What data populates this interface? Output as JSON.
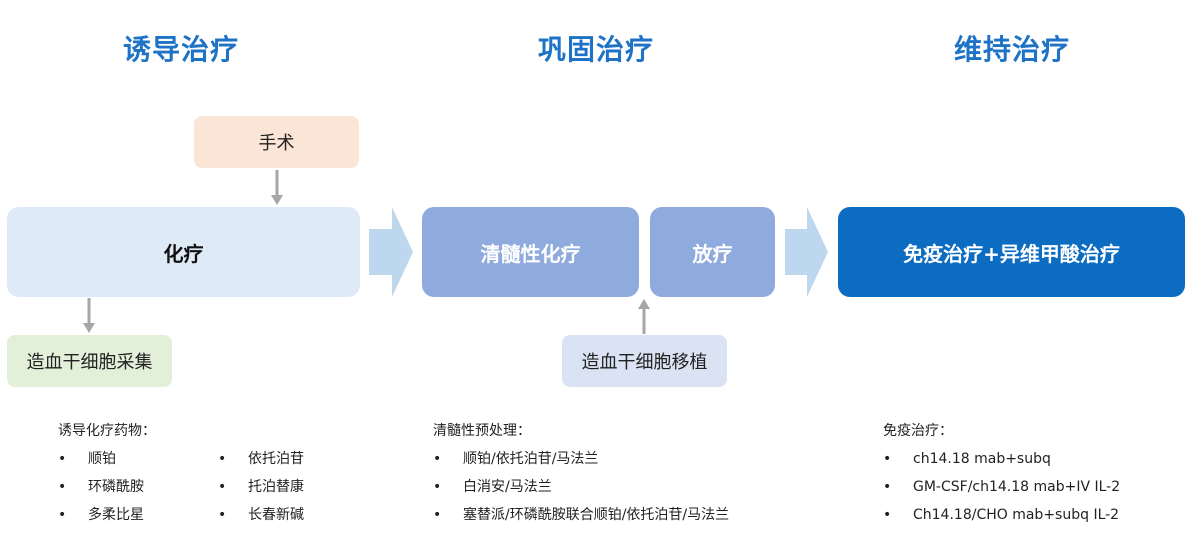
{
  "phases": {
    "induction": "诱导治疗",
    "consolidation": "巩固治疗",
    "maintenance": "维持治疗"
  },
  "boxes": {
    "surgery": "手术",
    "chemo": "化疗",
    "stem_cell_collection": "造血干细胞采集",
    "myeloablative_chemo": "清髓性化疗",
    "radiotherapy": "放疗",
    "stem_cell_transplant": "造血干细胞移植",
    "immunotherapy": "免疫治疗+异维甲酸治疗"
  },
  "notes": {
    "induction": {
      "title": "诱导化疗药物：",
      "col1": [
        "顺铂",
        "环磷酰胺",
        "多柔比星"
      ],
      "col2": [
        "依托泊苷",
        "托泊替康",
        "长春新碱"
      ]
    },
    "consolidation": {
      "title": "清髓性预处理：",
      "items": [
        "顺铂/依托泊苷/马法兰",
        "白消安/马法兰",
        "塞替派/环磷酰胺联合顺铂/依托泊苷/马法兰"
      ]
    },
    "maintenance": {
      "title": "免疫治疗：",
      "items": [
        "ch14.18 mab+subq",
        "GM-CSF/ch14.18 mab+IV IL-2",
        "Ch14.18/CHO mab+subq IL-2"
      ]
    }
  },
  "colors": {
    "title_blue": "#1f73c6",
    "chemo_box": "#deeaf6",
    "surgery_box": "#fbe5d6",
    "collection_box": "#e2efd9",
    "consolidation_box": "#8faadc",
    "transplant_box": "#dae3f3",
    "maintenance_box": "#0b6cc2",
    "arrow_light": "#bdd7ee",
    "connector_gray": "#a6a6a6"
  }
}
